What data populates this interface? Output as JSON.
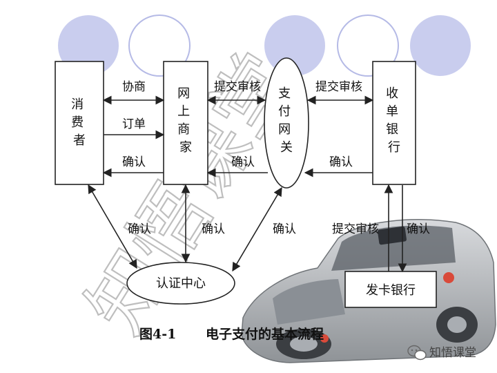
{
  "colors": {
    "circle_fill": "#c9cdee",
    "circle_stroke": "#b5bae6",
    "box_stroke": "#222222",
    "arrow": "#222222",
    "car_body": "#b9bcc0",
    "watermark": "#8a8a8a"
  },
  "nodes": {
    "consumer": "消费者",
    "merchant": "网上商家",
    "gateway": "支付网关",
    "acquirer": "收单银行",
    "ca": "认证中心",
    "issuer": "发卡银行"
  },
  "edges": {
    "consumer_merchant_negotiate": "协商",
    "consumer_merchant_order": "订单",
    "merchant_consumer_confirm": "确认",
    "merchant_gateway_submit": "提交审核",
    "gateway_merchant_confirm": "确认",
    "gateway_acquirer_submit": "提交审核",
    "acquirer_gateway_confirm": "确认",
    "consumer_ca_confirm": "确认",
    "merchant_ca_confirm": "确认",
    "gateway_ca_confirm": "确认",
    "issuer_acquirer_submit": "提交审核",
    "acquirer_issuer_confirm": "确认"
  },
  "caption": {
    "figure_no": "图4-1",
    "title": "电子支付的基本流程"
  },
  "watermark": {
    "large": "知悟课堂",
    "brand": "知悟课堂"
  }
}
